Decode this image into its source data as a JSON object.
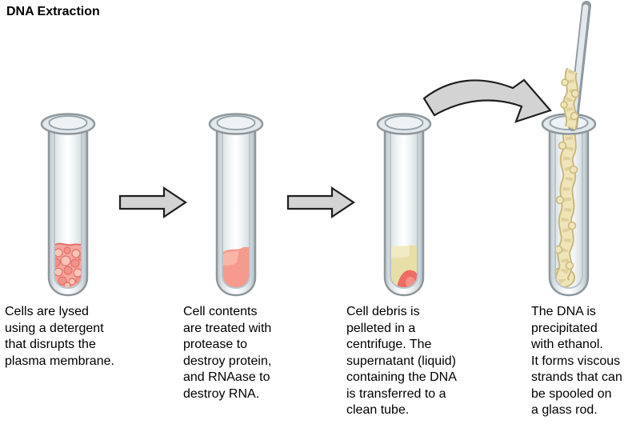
{
  "title": "DNA Extraction",
  "steps": [
    {
      "caption": "Cells are lysed\nusing a detergent\nthat disrupts the\nplasma membrane."
    },
    {
      "caption": "Cell contents\nare treated with\nprotease to\ndestroy protein,\nand RNAase to\ndestroy RNA."
    },
    {
      "caption": "Cell debris is\npelleted in a\ncentrifuge. The\nsupernatant (liquid)\ncontaining the DNA\nis transferred to a\nclean tube."
    },
    {
      "caption": "The DNA is\nprecipitated\nwith ethanol.\nIt forms viscous\nstrands that can\nbe spooled on\na glass rod."
    }
  ],
  "colors": {
    "arrow_fill": "#d3d3d3",
    "arrow_outline": "#1f1f1f",
    "tube_outline": "#8d979c",
    "cells_pink": "#f6a69d",
    "cell_circle_light": "#f9c4ba",
    "cell_circle_dark": "#f0938a",
    "cell_outline": "#e4736b",
    "lysate_pink": "#f59a8c",
    "lysate_highlight": "#f8b5a8",
    "supernatant_tan": "#e8dfa8",
    "supernatant_highlight": "#f1eac2",
    "pellet_red": "#ee6c66",
    "pellet_highlight": "#f59086",
    "dna_cream": "#f0e5b9",
    "dna_outline": "#c9b87e",
    "dna_band": "#ddd09a"
  }
}
